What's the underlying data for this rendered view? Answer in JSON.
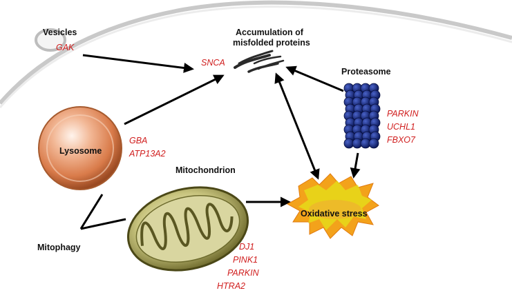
{
  "vesicles": {
    "title": "Vesicles",
    "gene": "GAK"
  },
  "accumulation": {
    "title_line1": "Accumulation of",
    "title_line2": "misfolded proteins",
    "gene": "SNCA"
  },
  "proteasome": {
    "title": "Proteasome",
    "genes": [
      "PARKIN",
      "UCHL1",
      "FBXO7"
    ]
  },
  "lysosome": {
    "title": "Lysosome",
    "genes": [
      "GBA",
      "ATP13A2"
    ]
  },
  "mitochondrion": {
    "title": "Mitochondrion",
    "genes": [
      "DJ1",
      "PINK1",
      "PARKIN",
      "HTRA2"
    ]
  },
  "oxidative_stress": {
    "title": "Oxidative stress"
  },
  "mitophagy": {
    "title": "Mitophagy"
  },
  "colors": {
    "gene_text": "#d01e1e",
    "label_text": "#111111",
    "arrow": "#000000",
    "proteasome": "#1a2a7a",
    "lysosome": "#e08a5c",
    "mitochondrion": "#8a8a3c",
    "stress": "#f3a21b"
  }
}
